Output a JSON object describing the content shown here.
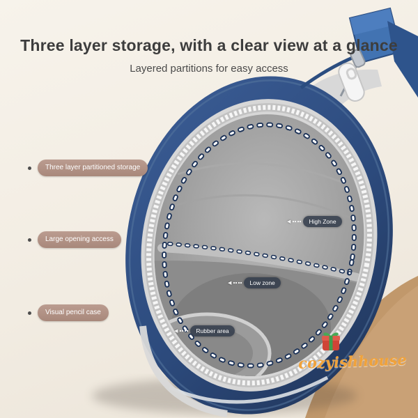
{
  "header": {
    "title": "Three layer storage, with a clear view at a glance",
    "subtitle": "Layered partitions for easy access"
  },
  "callouts": [
    {
      "label": "Three layer partitioned storage"
    },
    {
      "label": "Large opening access"
    },
    {
      "label": "Visual pencil case"
    }
  ],
  "zones": [
    {
      "label": "High Zone"
    },
    {
      "label": "Low zone"
    },
    {
      "label": "Rubber area"
    }
  ],
  "icons": {
    "zone_leader_arrow": "◀",
    "watermark_icon": "gift-icon"
  },
  "watermark": {
    "text": "cozyishhouse"
  },
  "colors": {
    "background": "#f3eee5",
    "table_surface": "#c9a176",
    "bag_navy": "#2e4d80",
    "bag_navy_dark": "#1f3356",
    "interior_gray": "#9a9a9a",
    "zipper_white": "#f6f6f6",
    "callout_pill": "#b08f82",
    "zone_pill": "#3c4655",
    "dotted_line": "#ffffff",
    "watermark_orange": "#f0a23a"
  }
}
